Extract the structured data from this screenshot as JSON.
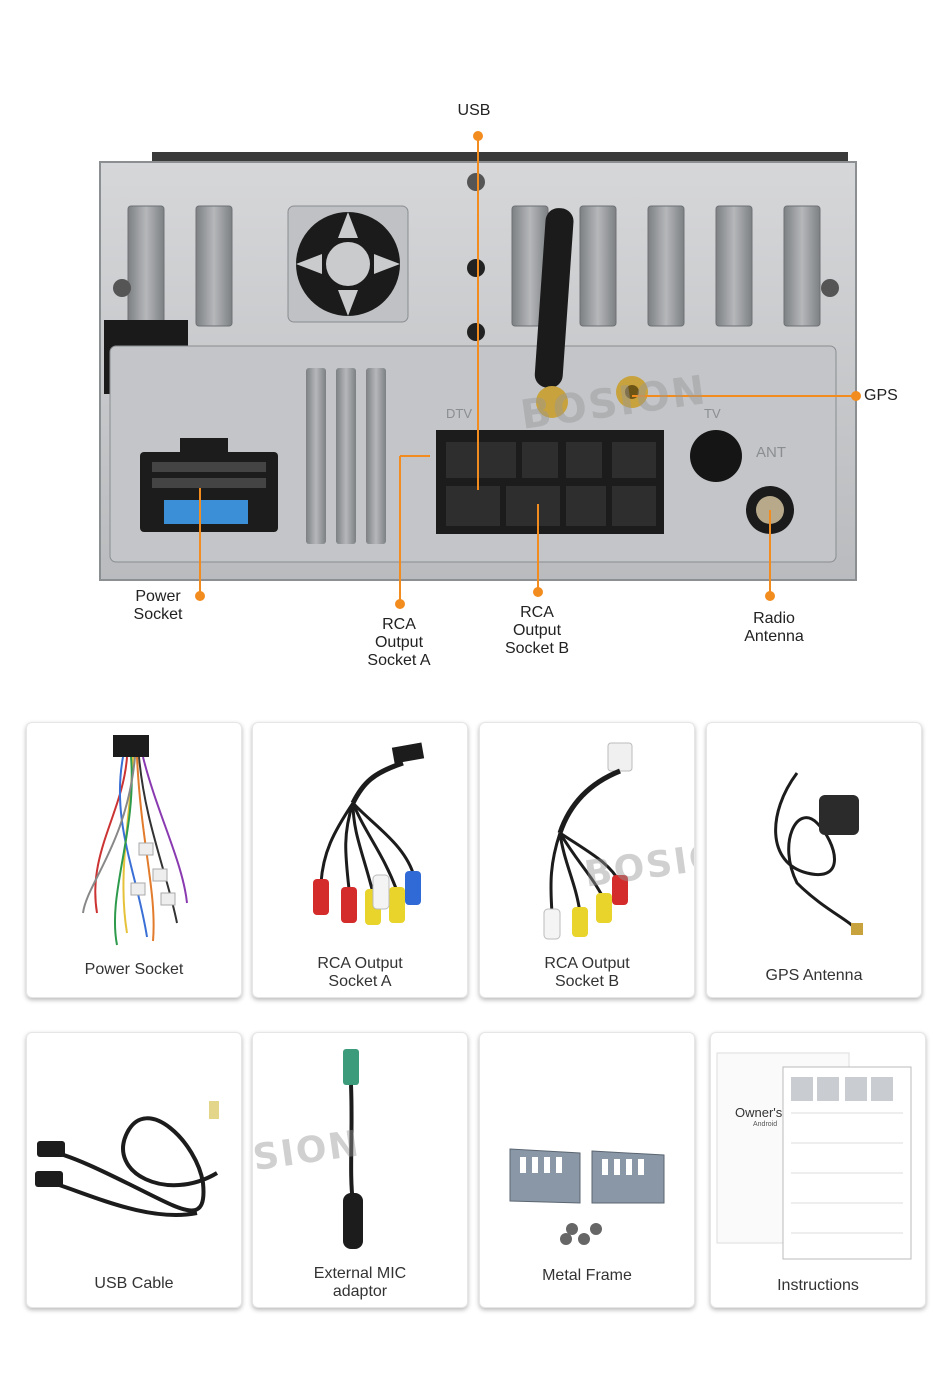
{
  "watermark": "BOSION",
  "callouts": {
    "usb": "USB",
    "gps": "GPS",
    "power_socket": [
      "Power",
      "Socket"
    ],
    "rca_a": [
      "RCA",
      "Output",
      "Socket A"
    ],
    "rca_b": [
      "RCA",
      "Output",
      "Socket B"
    ],
    "radio_antenna": [
      "Radio",
      "Antenna"
    ]
  },
  "panel_marks": {
    "dtv": "DTV",
    "tv": "TV",
    "ant": "ANT"
  },
  "accessories": [
    {
      "label": [
        "Power Socket"
      ],
      "icon": "wiring-harness-icon"
    },
    {
      "label": [
        "RCA Output",
        "Socket A"
      ],
      "icon": "rca-cable-icon"
    },
    {
      "label": [
        "RCA Output",
        "Socket B"
      ],
      "icon": "rca-cable-icon"
    },
    {
      "label": [
        "GPS Antenna"
      ],
      "icon": "gps-antenna-icon"
    },
    {
      "label": [
        "USB Cable"
      ],
      "icon": "usb-cable-icon"
    },
    {
      "label": [
        "External MIC",
        "adaptor"
      ],
      "icon": "mic-adaptor-icon"
    },
    {
      "label": [
        "Metal Frame"
      ],
      "icon": "metal-frame-icon"
    },
    {
      "label": [
        "Instructions"
      ],
      "icon": "manual-icon"
    }
  ],
  "manual_text": {
    "title": "Owner's",
    "subtitle": "Android"
  },
  "colors": {
    "accent": "#f28c1e",
    "panel": "#c9cbcd",
    "panel_dark": "#8e9194"
  }
}
